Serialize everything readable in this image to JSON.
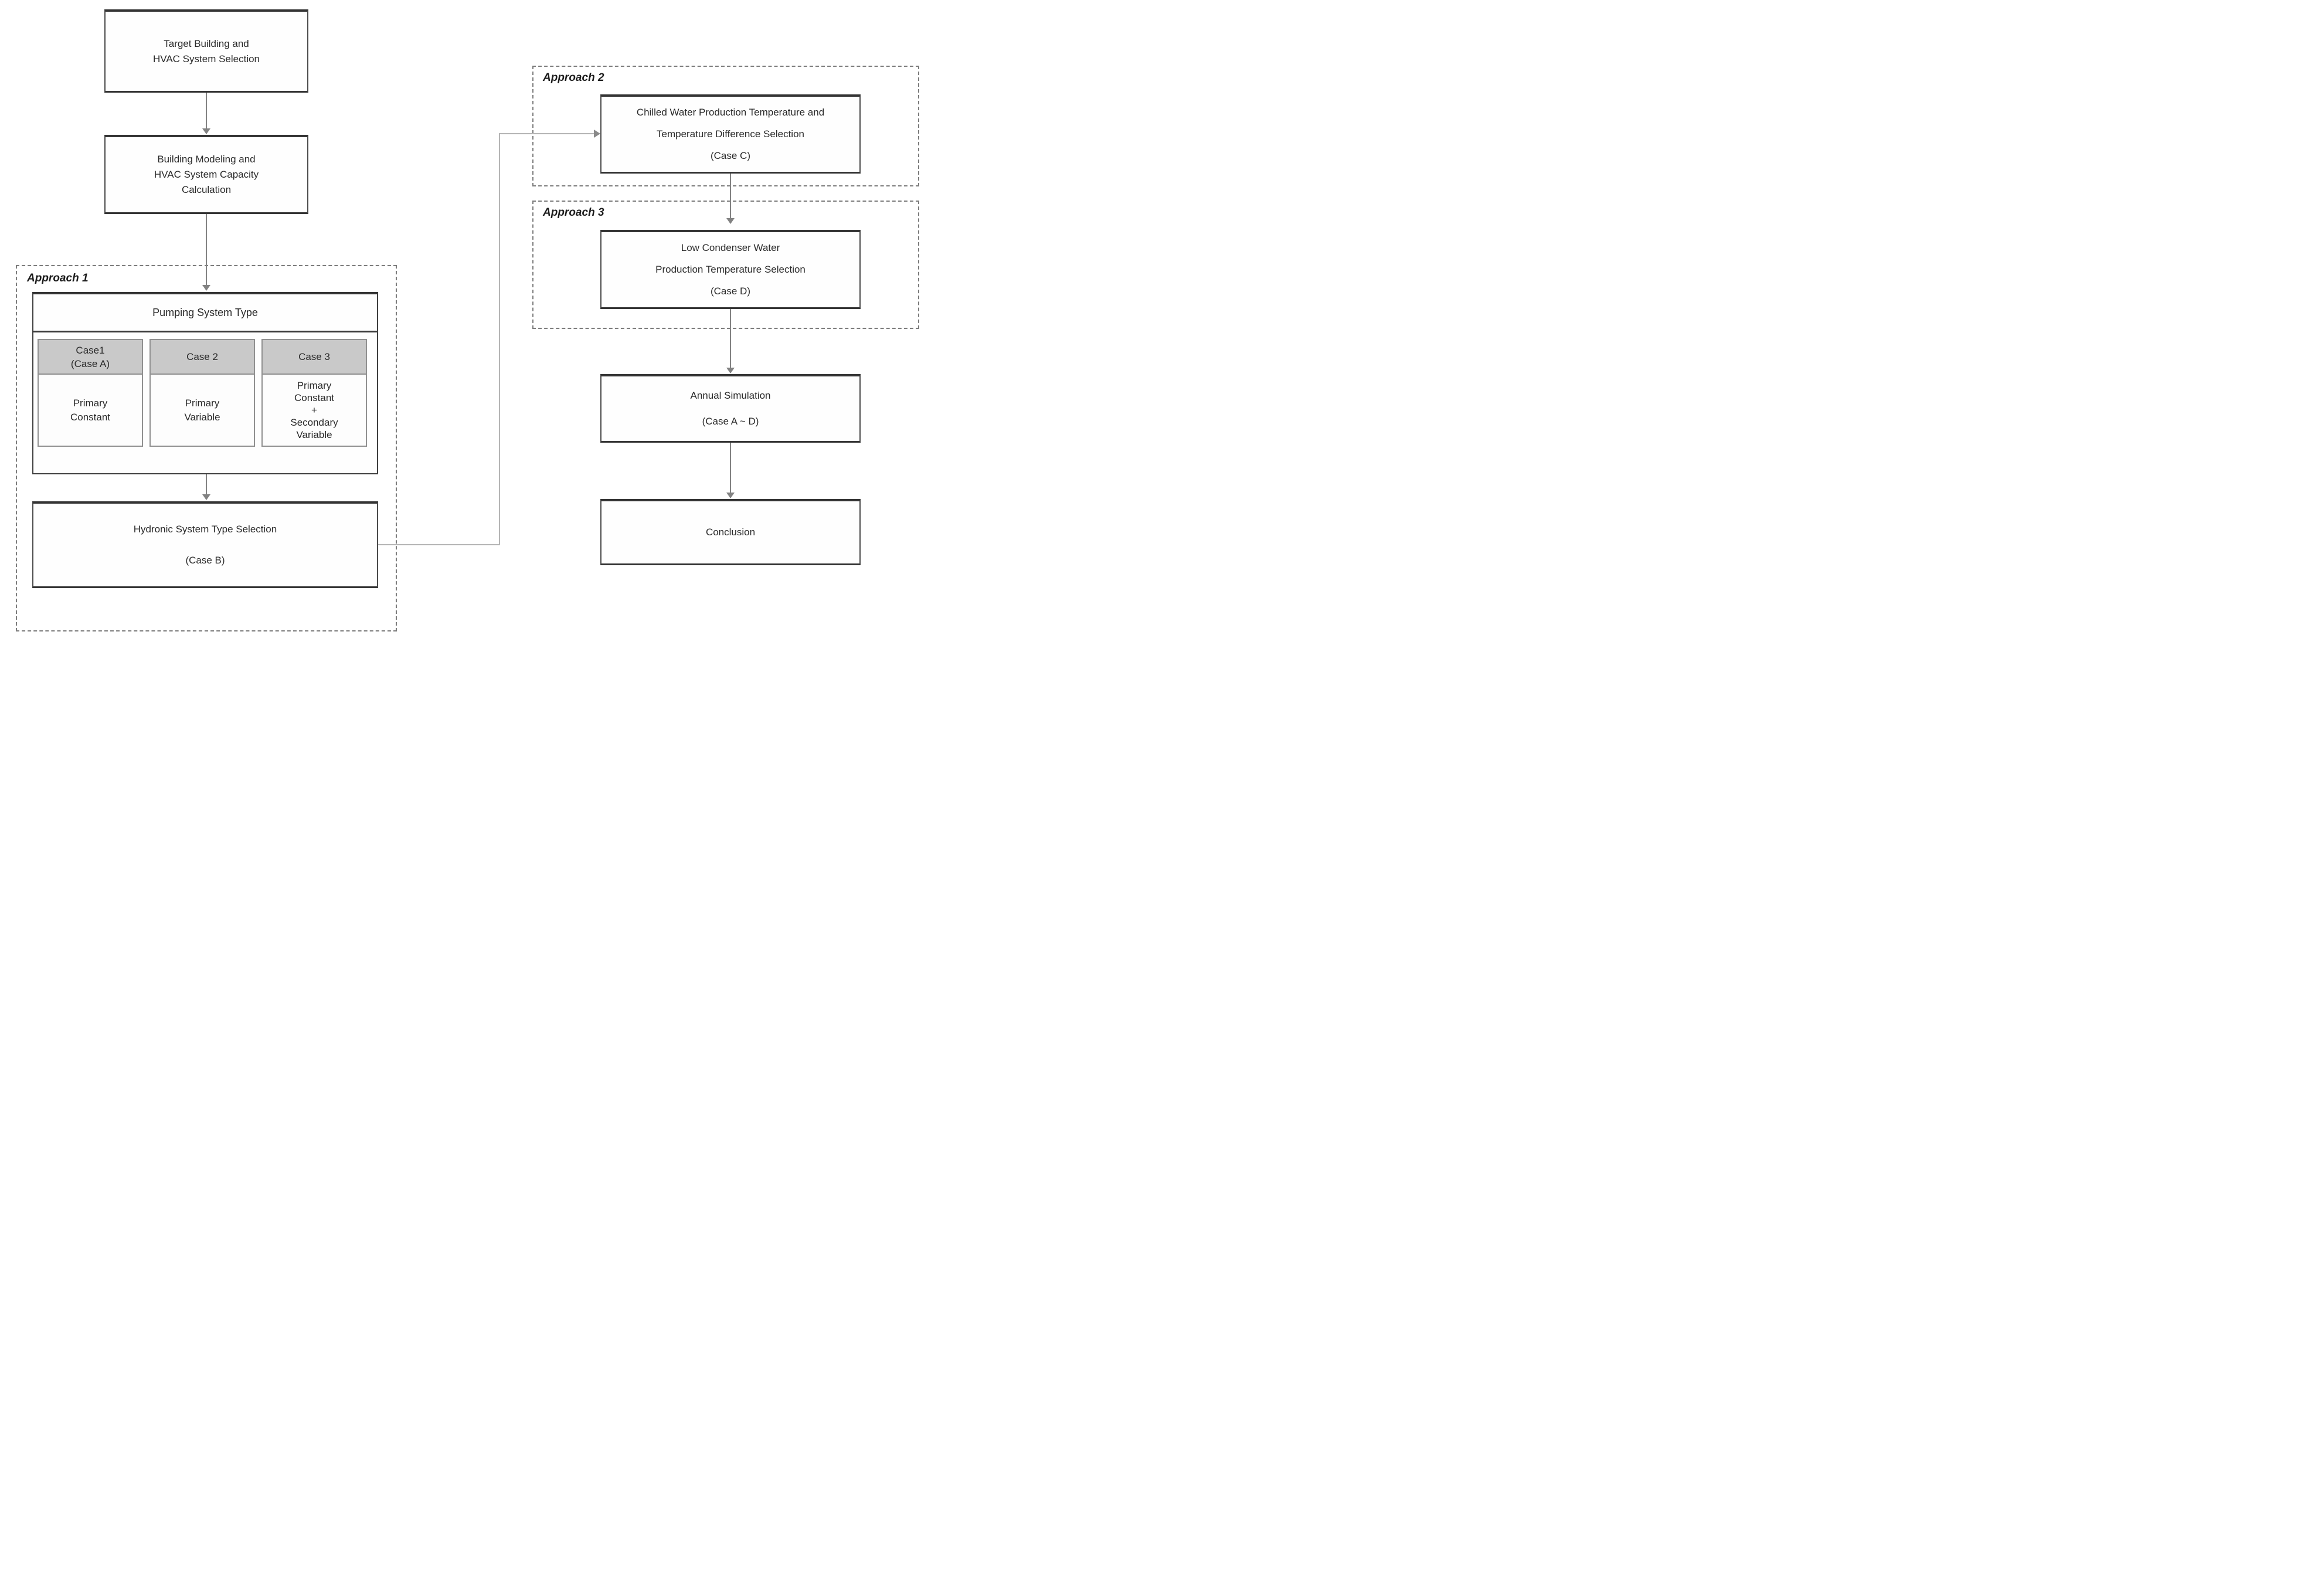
{
  "palette": {
    "background": "#ffffff",
    "box_border": "#3f3f3f",
    "dashed_border": "#7d7d7d",
    "case_header_fill": "#c9c9c9",
    "case_border": "#909090",
    "arrow": "#828282",
    "connector": "#b5b5b5",
    "text": "#2a2a2a"
  },
  "groups": {
    "approach1": {
      "label": "Approach 1"
    },
    "approach2": {
      "label": "Approach 2"
    },
    "approach3": {
      "label": "Approach 3"
    }
  },
  "nodes": {
    "target": {
      "lines": [
        "Target Building and",
        "HVAC System Selection"
      ]
    },
    "modeling": {
      "lines": [
        "Building Modeling and",
        "HVAC System Capacity",
        "Calculation"
      ]
    },
    "pumping": {
      "header": "Pumping System Type"
    },
    "hydronic": {
      "lines": [
        "Hydronic System Type Selection",
        "(Case B)"
      ]
    },
    "chilled": {
      "lines": [
        "Chilled Water Production Temperature and",
        "Temperature Difference Selection",
        "(Case C)"
      ]
    },
    "lowcond": {
      "lines": [
        "Low Condenser Water",
        "Production Temperature Selection",
        "(Case D)"
      ]
    },
    "annual": {
      "lines": [
        "Annual Simulation",
        "(Case A ~ D)"
      ]
    },
    "conclusion": {
      "lines": [
        "Conclusion"
      ]
    }
  },
  "cases": [
    {
      "header_lines": [
        "Case1",
        "(Case A)"
      ],
      "body_lines": [
        "Primary",
        "Constant"
      ]
    },
    {
      "header_lines": [
        "Case 2"
      ],
      "body_lines": [
        "Primary",
        "Variable"
      ]
    },
    {
      "header_lines": [
        "Case 3"
      ],
      "body_lines": [
        "Primary",
        "Constant",
        "+",
        "Secondary",
        "Variable"
      ]
    }
  ]
}
